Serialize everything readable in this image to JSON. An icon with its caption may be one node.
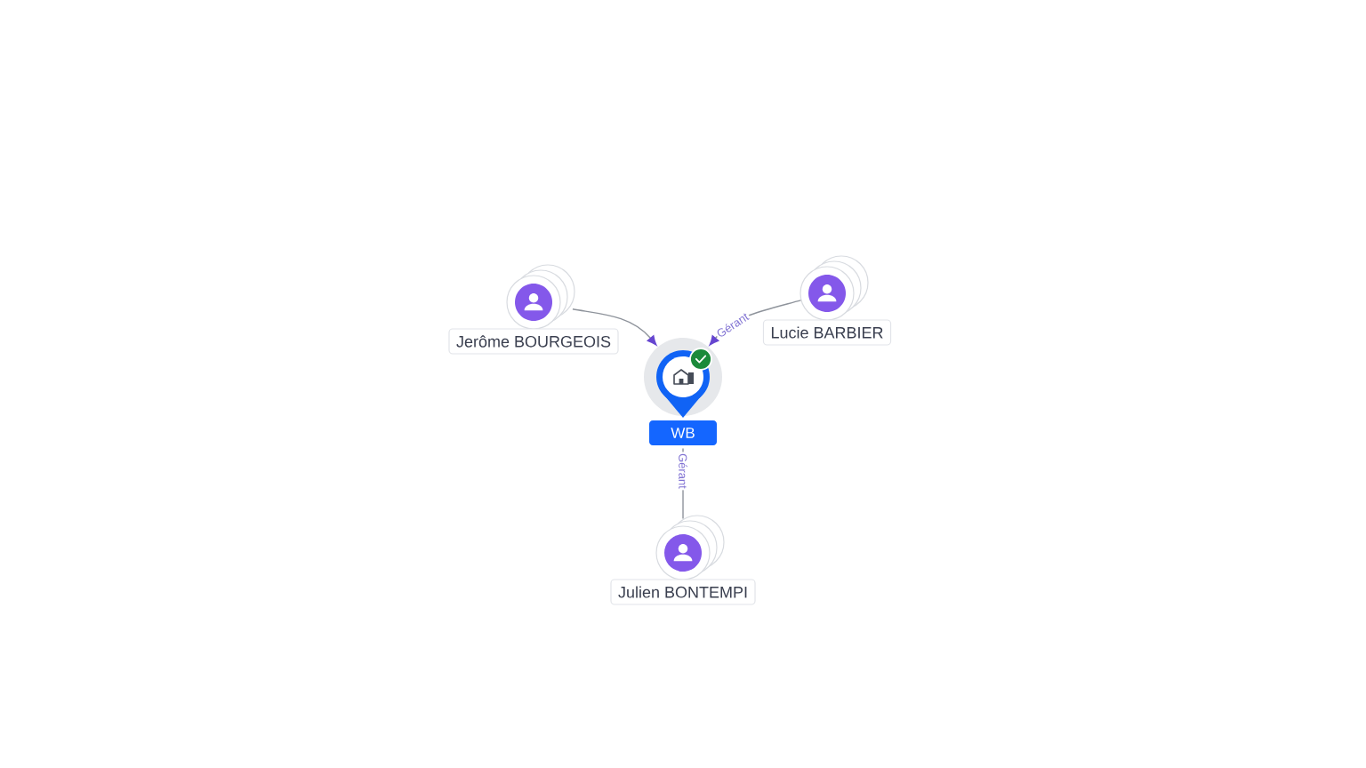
{
  "diagram": {
    "nodes": [
      {
        "text": [
          "WB"
        ]
      },
      {
        "text": [
          "Jerôme BOURGEOIS"
        ]
      },
      {
        "text": [
          "Lucie BARBIER"
        ]
      },
      {
        "text": [
          "Julien BONTEMPI"
        ]
      }
    ],
    "edges": [
      {
        "from": 1,
        "to": 0,
        "arrow": "to"
      },
      {
        "from": 2,
        "to": 0,
        "arrow": "to",
        "label": "Gérant"
      },
      {
        "from": 3,
        "to": 0,
        "arrow": "none",
        "label": "Gérant"
      }
    ]
  }
}
